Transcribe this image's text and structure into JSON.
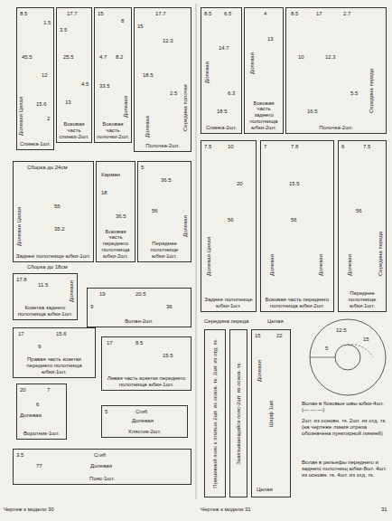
{
  "diagram": {
    "nodes": [
      {
        "text": [
          "Спинка-1шт."
        ]
      },
      {
        "text": [
          "Боковая часть спинки-2шт."
        ]
      },
      {
        "text": [
          "Боковая часть полочки-2шт."
        ]
      },
      {
        "text": [
          "Полочка-2шт."
        ]
      },
      {
        "text": [
          "Заднее полотнище юбки-1шт."
        ]
      },
      {
        "text": [
          "Боковая часть переднего полотнища юбки-2шт."
        ]
      },
      {
        "text": [
          "Переднее полотнище юбки-1шт."
        ]
      },
      {
        "text": [
          "Кокетка заднего полотнища юбки-1шт."
        ]
      },
      {
        "text": [
          "Волан-2шт."
        ]
      },
      {
        "text": [
          "Правая часть кокетки переднего полотнища юбки-1шт."
        ]
      },
      {
        "text": [
          "Левая часть кокетки переднего полотнища юбки-1шт."
        ]
      },
      {
        "text": [
          "Воротник-1шт."
        ]
      },
      {
        "text": [
          "Хлястик-2шт."
        ]
      },
      {
        "text": [
          "Пояс-1шт."
        ]
      },
      {
        "text": [
          "Спинка-2шт."
        ]
      },
      {
        "text": [
          "Боковая часть заднего полотнища юбки-2шт."
        ]
      },
      {
        "text": [
          "Полочка-2шт."
        ]
      },
      {
        "text": [
          "Заднее полотнище юбки-1шт."
        ]
      },
      {
        "text": [
          "Боковая часть переднего полотнища юбки-2шт."
        ]
      },
      {
        "text": [
          "Переднее полотнище юбки-1шт."
        ]
      },
      {
        "text": [
          "Пришивной пояс к платью 2шт. из основ. тк. 2шт. из отд. тк."
        ]
      },
      {
        "text": [
          "Завязывающийся пояс-2шт. из основ. тк."
        ]
      },
      {
        "text": [
          "Шарф 1шт."
        ]
      }
    ],
    "labels": [
      "8.5",
      "1.5",
      "45.5",
      "12",
      "15.6",
      "2",
      "Долевая Целая",
      "17.7",
      "3.5",
      "25.5",
      "4.5",
      "13",
      "15",
      "8",
      "4.7",
      "8.2",
      "33.5",
      "Долевая",
      "17.7",
      "15",
      "12.3",
      "18.5",
      "2.5",
      "Середина полочки",
      "Долевая",
      "Сборка до 24см",
      "Долевая Целая",
      "55",
      "35.2",
      "Карман",
      "18",
      "36.5",
      "5",
      "36.5",
      "56",
      "Долевая",
      "Сборка до 18см",
      "17.8",
      "11.5",
      "Долевая",
      "19",
      "20.5",
      "36",
      "9",
      "17",
      "15.6",
      "9",
      "17",
      "8.5",
      "15.5",
      "20",
      "7",
      "6",
      "Долевая",
      "5",
      "Сгиб",
      "Долевая",
      "3.5",
      "Сгиб",
      "Долевая",
      "77",
      "Чертеж к модели 30",
      "8.5",
      "6.5",
      "Долевая",
      "14.7",
      "6.3",
      "18.5",
      "Долевая",
      "4",
      "13",
      "8.5",
      "17",
      "2.7",
      "10",
      "12.3",
      "5.5",
      "16.5",
      "Середина переда",
      "7.5",
      "10",
      "20",
      "56",
      "Долевая Целая",
      "7",
      "7.8",
      "15.5",
      "56",
      "Долевая",
      "Долевая",
      "6",
      "7.5",
      "56",
      "Долевая",
      "Середина переда",
      "Середина переда",
      "Целая",
      "15",
      "22",
      "Долевая",
      "Целая",
      "12.5",
      "15",
      "5",
      "Волан в боковые швы юбки-4шт. (— — —)",
      "2шт. из основн. тк. 2шт. из отд. тк. (на чертеже линия отреза обозначена пунктирной линией)",
      "Волан в рельефы переднего и заднего полотнищ юбки-8шт. 4шт. из основн. тк. 4шт. из отд. тк.",
      "Чертеж к модели 31",
      "31"
    ]
  }
}
